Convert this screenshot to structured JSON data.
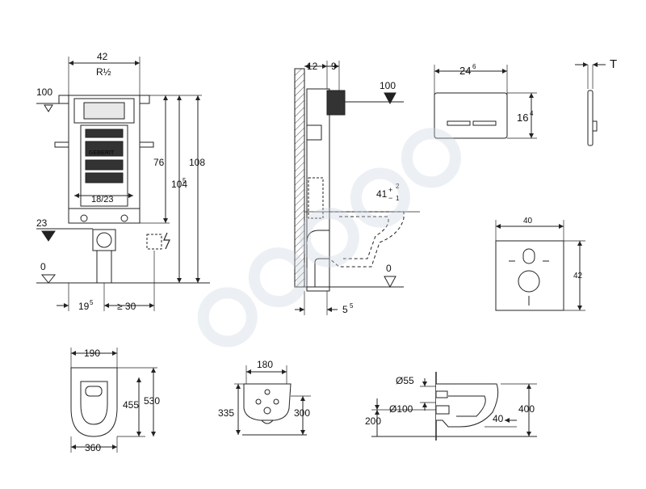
{
  "labels": {
    "frame_width": "42",
    "pipe_size": "R½",
    "level_top": "100",
    "dim_76": "76",
    "dim_104": "104",
    "dim_104_sup": "5",
    "dim_108": "108",
    "dim_inner": "18/23",
    "level_23": "23",
    "level_0": "0",
    "dim_19": "19",
    "dim_19_sup": "5",
    "dim_ge30": "≥ 30",
    "side_12": "12",
    "side_9": "9",
    "side_100": "100",
    "side_41": "41",
    "side_41_plus": "+",
    "side_41_2": "2",
    "side_41_minus": "−",
    "side_41_1": "1",
    "side_0": "0",
    "side_5": "5",
    "side_5_sup": "5",
    "plate_w": "24",
    "plate_w_sup": "6",
    "plate_h": "16",
    "plate_h_sup": "4",
    "plate_t": "T",
    "pad_w": "40",
    "pad_h": "42",
    "bowl_top_w": "190",
    "bowl_455": "455",
    "bowl_530": "530",
    "bowl_360": "360",
    "front_180": "180",
    "front_335": "335",
    "front_300": "300",
    "prof_55": "Ø55",
    "prof_100": "Ø100",
    "prof_200": "200",
    "prof_40": "40",
    "prof_400": "400",
    "brand": "GEBERIT"
  },
  "colors": {
    "line": "#222222",
    "hatch": "#555555",
    "watermark": "#dfe6ec"
  }
}
